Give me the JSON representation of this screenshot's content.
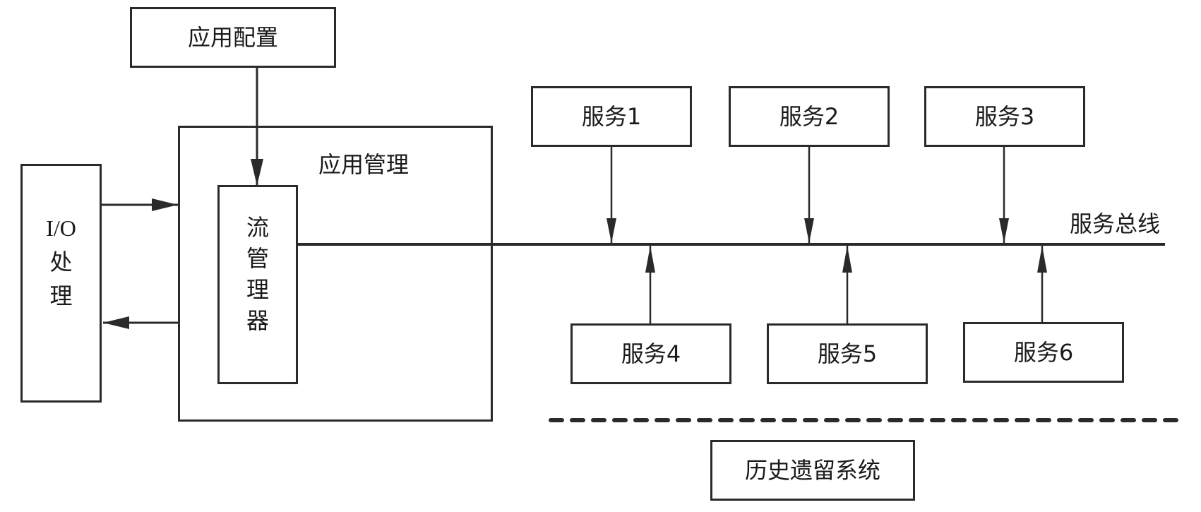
{
  "diagram": {
    "app_config": "应用配置",
    "app_management": "应用管理",
    "flow_manager_chars": [
      "流",
      "管",
      "理",
      "器"
    ],
    "io_processing_lines": [
      "I/O",
      "处",
      "理"
    ],
    "service_bus": "服务总线",
    "services_top": [
      "服务1",
      "服务2",
      "服务3"
    ],
    "services_bottom": [
      "服务4",
      "服务5",
      "服务6"
    ],
    "legacy_system": "历史遗留系统"
  }
}
